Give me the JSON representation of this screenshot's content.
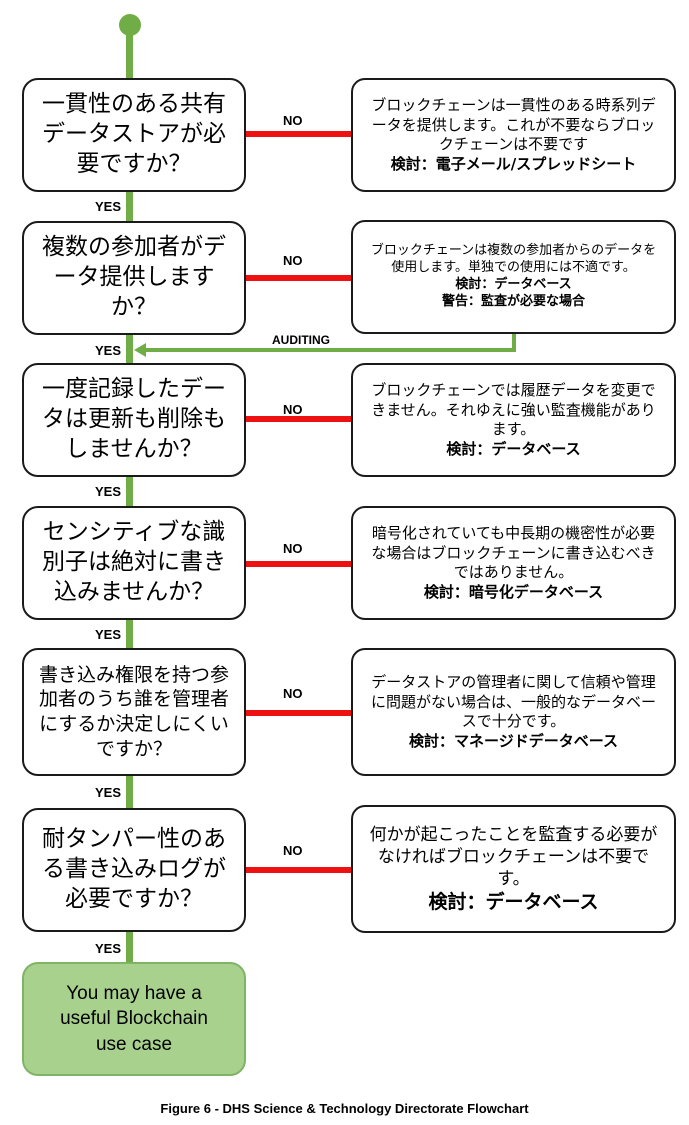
{
  "steps": [
    {
      "question": "一貫性のある共有データストアが必要ですか？",
      "no_label": "NO",
      "yes_label": "YES",
      "answer_text": "ブロックチェーンは一貫性のある時系列データを提供します。これが不要ならブロックチェーンは不要です",
      "consider": "検討：電子メール/スプレッドシート"
    },
    {
      "question": "複数の参加者がデータ提供しますか？",
      "no_label": "NO",
      "yes_label": "YES",
      "answer_text": "ブロックチェーンは複数の参加者からのデータを使用します。単独での使用には不適です。",
      "consider": "検討：データベース",
      "warning": "警告：監査が必要な場合"
    },
    {
      "question": "一度記録したデータは更新も削除もしませんか？",
      "no_label": "NO",
      "yes_label": "YES",
      "answer_text": "ブロックチェーンでは履歴データを変更できません。それゆえに強い監査機能があります。",
      "consider": "検討：データベース"
    },
    {
      "question": "センシティブな識別子は絶対に書き込みませんか？",
      "no_label": "NO",
      "yes_label": "YES",
      "answer_text": "暗号化されていても中長期の機密性が必要な場合はブロックチェーンに書き込むべきではありません。",
      "consider": "検討：暗号化データベース"
    },
    {
      "question": "書き込み権限を持つ参加者のうち誰を管理者にするか決定しにくいですか？",
      "no_label": "NO",
      "yes_label": "YES",
      "answer_text": "データストアの管理者に関して信頼や管理に問題がない場合は、一般的なデータベースで十分です。",
      "consider": "検討：マネージドデータベース"
    },
    {
      "question": "耐タンパー性のある書き込みログが必要ですか？",
      "no_label": "NO",
      "yes_label": "YES",
      "answer_text": "何かが起こったことを監査する必要がなければブロックチェーンは不要です。",
      "consider": "検討：データベース"
    }
  ],
  "auditing_label": "AUDITING",
  "final_box": "You may have a\nuseful Blockchain\nuse case",
  "caption": "Figure 6 - DHS Science & Technology Directorate Flowchart",
  "colors": {
    "flow_line": "#70ad47",
    "no_bar": "#ee1111",
    "final_fill": "#a9d18e"
  }
}
